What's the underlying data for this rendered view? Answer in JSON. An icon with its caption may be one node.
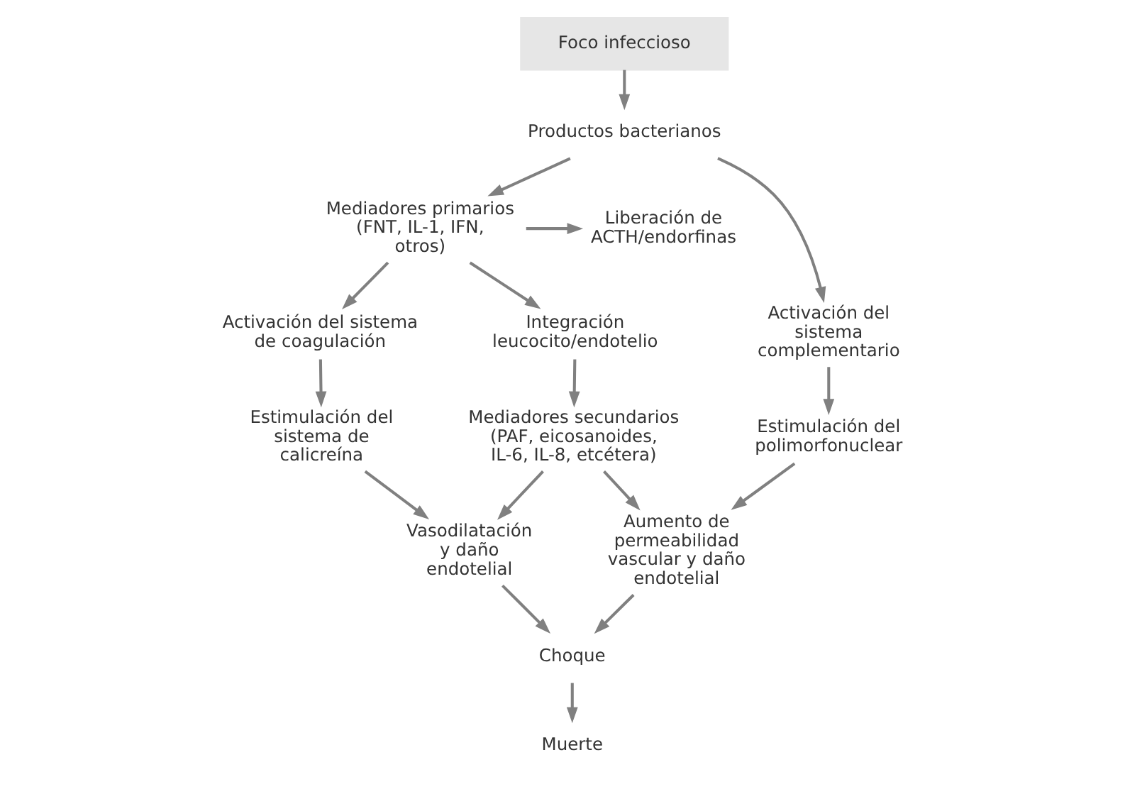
{
  "diagram": {
    "nodes": [
      {
        "text": [
          "Foco infeccioso"
        ]
      },
      {
        "text": [
          "Productos bacterianos"
        ]
      },
      {
        "text": [
          "Mediadores primarios (FNT, IL-1, IFN, otros)"
        ]
      },
      {
        "text": [
          "Liberación de ACTH/endorfinas"
        ]
      },
      {
        "text": [
          "Activación del sistema de coagulación"
        ]
      },
      {
        "text": [
          "Integración leucocito/endotelio"
        ]
      },
      {
        "text": [
          "Activación del sistema complementario"
        ]
      },
      {
        "text": [
          "Estimulación del sistema de calicreína"
        ]
      },
      {
        "text": [
          "Mediadores secundarios (PAF, eicosanoides, IL-6, IL-8, etcétera)"
        ]
      },
      {
        "text": [
          "Estimulación del polimorfonuclear"
        ]
      },
      {
        "text": [
          "Vasodilatación y daño endotelial"
        ]
      },
      {
        "text": [
          "Aumento de permeabilidad vascular y daño endotelial"
        ]
      },
      {
        "text": [
          "Choque"
        ]
      },
      {
        "text": [
          "Muerte"
        ]
      }
    ],
    "edges": [
      {
        "from": 0,
        "to": 1,
        "arrow": "to"
      },
      {
        "from": 1,
        "to": 2,
        "arrow": "to"
      },
      {
        "from": 1,
        "to": 6,
        "arrow": "to"
      },
      {
        "from": 2,
        "to": 3,
        "arrow": "to"
      },
      {
        "from": 2,
        "to": 4,
        "arrow": "to"
      },
      {
        "from": 2,
        "to": 5,
        "arrow": "to"
      },
      {
        "from": 4,
        "to": 7,
        "arrow": "to"
      },
      {
        "from": 5,
        "to": 8,
        "arrow": "to"
      },
      {
        "from": 6,
        "to": 9,
        "arrow": "to"
      },
      {
        "from": 7,
        "to": 10,
        "arrow": "to"
      },
      {
        "from": 8,
        "to": 10,
        "arrow": "to"
      },
      {
        "from": 8,
        "to": 11,
        "arrow": "to"
      },
      {
        "from": 9,
        "to": 11,
        "arrow": "to"
      },
      {
        "from": 10,
        "to": 12,
        "arrow": "to"
      },
      {
        "from": 11,
        "to": 12,
        "arrow": "to"
      },
      {
        "from": 12,
        "to": 13,
        "arrow": "to"
      }
    ]
  }
}
